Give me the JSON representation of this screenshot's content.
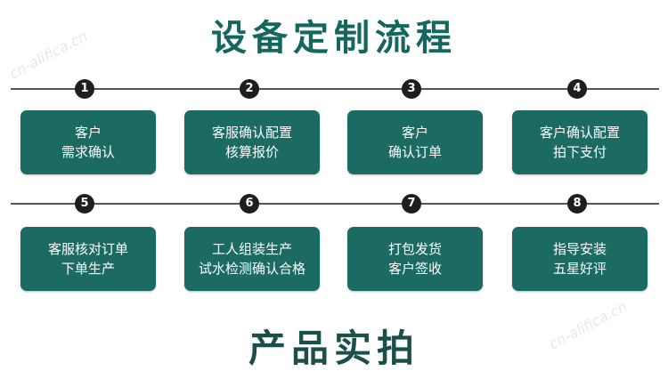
{
  "heading": "设备定制流程",
  "footer_heading": "产品实拍",
  "watermark": "cn-alifica.cn",
  "colors": {
    "step_bg": "#1c6b63",
    "heading": "#14665f",
    "badge": "#1e1e1e"
  },
  "steps": [
    {
      "number": "1",
      "line1": "客户",
      "line2": "需求确认"
    },
    {
      "number": "2",
      "line1": "客服确认配置",
      "line2": "核算报价"
    },
    {
      "number": "3",
      "line1": "客户",
      "line2": "确认订单"
    },
    {
      "number": "4",
      "line1": "客户确认配置",
      "line2": "拍下支付"
    },
    {
      "number": "5",
      "line1": "客服核对订单",
      "line2": "下单生产"
    },
    {
      "number": "6",
      "line1": "工人组装生产",
      "line2": "试水检测确认合格"
    },
    {
      "number": "7",
      "line1": "打包发货",
      "line2": "客户签收"
    },
    {
      "number": "8",
      "line1": "指导安装",
      "line2": "五星好评"
    }
  ]
}
